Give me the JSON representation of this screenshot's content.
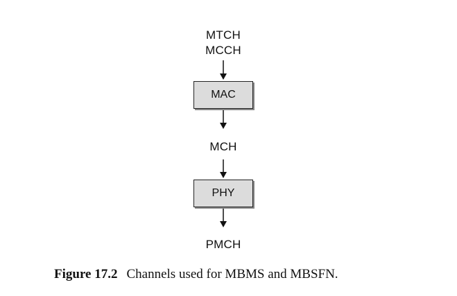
{
  "diagram": {
    "top_labels": [
      "MTCH",
      "MCCH"
    ],
    "mac_box": "MAC",
    "middle_label": "MCH",
    "phy_box": "PHY",
    "bottom_label": "PMCH"
  },
  "caption": {
    "figure_label": "Figure 17.2",
    "text": "Channels used for MBMS and MBSFN."
  }
}
